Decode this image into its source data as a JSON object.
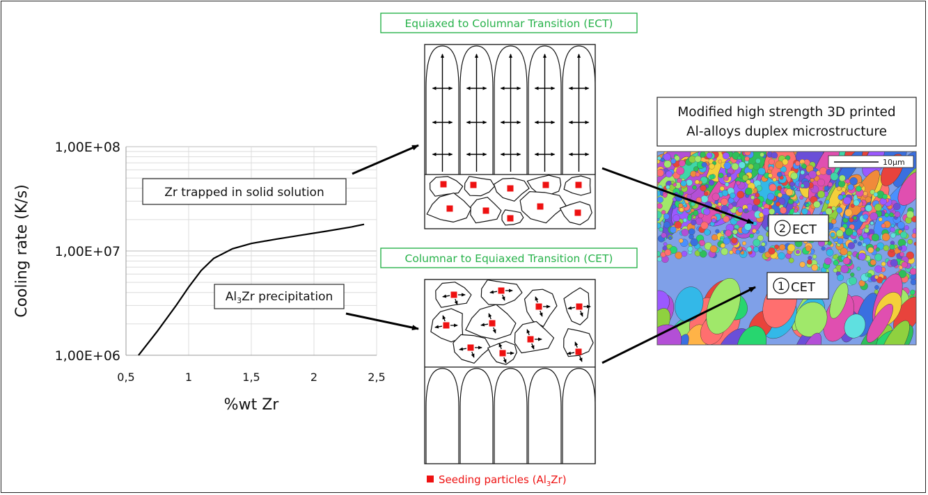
{
  "chart_data": {
    "type": "line",
    "ylabel": "Cooling rate (K/s)",
    "xlabel": "%wt Zr",
    "y_scale": "log",
    "x_ticks": [
      "0,5",
      "1",
      "1,5",
      "2",
      "2,5"
    ],
    "y_ticks": [
      "1,00E+06",
      "1,00E+07",
      "1,00E+08"
    ],
    "xlim": [
      0.5,
      2.5
    ],
    "ylim": [
      1000000,
      100000000
    ],
    "grid": true,
    "series": [
      {
        "x": [
          0.6,
          0.75,
          0.9,
          1.0,
          1.1,
          1.2,
          1.35,
          1.5,
          1.7,
          1.9,
          2.1,
          2.3,
          2.4
        ],
        "y": [
          1000000,
          1700000,
          3000000,
          4500000,
          6500000,
          8500000,
          10500000,
          11800000,
          13000000,
          14200000,
          15500000,
          17000000,
          18000000
        ]
      }
    ],
    "colors": {
      "line": "#000000",
      "grid": "#d0d0d0"
    }
  },
  "annotations": {
    "zr_trapped": "Zr trapped in solid solution",
    "al3zr_prefix": "Al",
    "al3zr_sub": "3",
    "al3zr_suffix": "Zr precipitation"
  },
  "ect": {
    "title": "Equiaxed to Columnar Transition (ECT)",
    "title_color": "#27b24a"
  },
  "cet": {
    "title": "Columnar to Equiaxed Transition (CET)",
    "title_color": "#27b24a"
  },
  "legend": {
    "label_prefix": "Seeding particles (Al",
    "label_sub": "3",
    "label_suffix": "Zr)",
    "color": "#ee1111"
  },
  "micrograph": {
    "title_line1": "Modified high strength 3D printed",
    "title_line2": "Al-alloys duplex microstructure",
    "scale_bar": "10µm",
    "label_ect_num": "2",
    "label_ect": "ECT",
    "label_cet_num": "1",
    "label_cet": "CET"
  }
}
